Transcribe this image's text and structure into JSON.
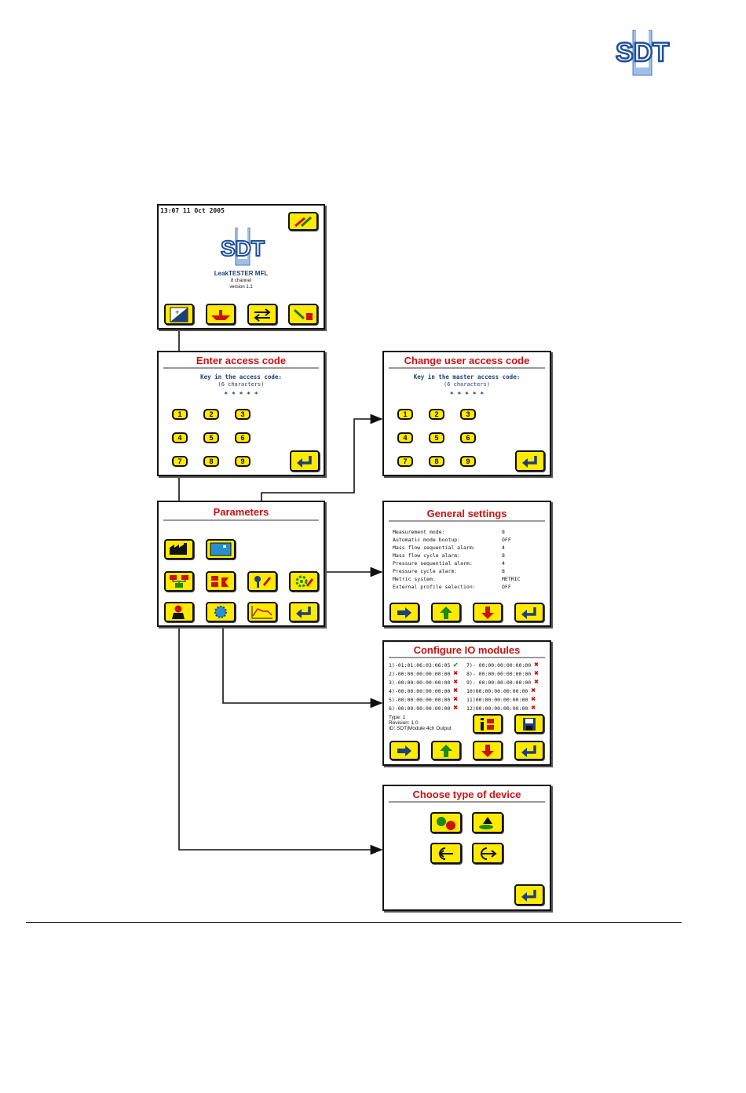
{
  "header": {
    "logo_text": "SDT"
  },
  "home": {
    "datetime": "13:07  11 Oct 2005",
    "logo_text": "SDT",
    "product": "LeakTESTER MFL",
    "channel": "8 channel",
    "version": "version 1.1"
  },
  "enter_code": {
    "title": "Enter access code",
    "prompt1": "Key in the access code:",
    "prompt2": "(6 characters)",
    "mask": "* * * * *",
    "keys": [
      "1",
      "2",
      "3",
      "4",
      "5",
      "6",
      "7",
      "8",
      "9"
    ]
  },
  "change_code": {
    "title": "Change user access code",
    "prompt1": "Key in the master access code:",
    "prompt2": "(6 characters)",
    "mask": "* * * * *",
    "keys": [
      "1",
      "2",
      "3",
      "4",
      "5",
      "6",
      "7",
      "8",
      "9"
    ]
  },
  "parameters": {
    "title": "Parameters"
  },
  "general": {
    "title": "General settings",
    "rows": [
      {
        "label": "Measurement mode:",
        "value": "8"
      },
      {
        "label": "Automatic mode bootup:",
        "value": "OFF"
      },
      {
        "label": "Mass flow sequential alarm:",
        "value": "4"
      },
      {
        "label": "Mass flow cycle alarm:",
        "value": "8"
      },
      {
        "label": "Pressure sequential alarm:",
        "value": "4"
      },
      {
        "label": "Pressure cycle alarm:",
        "value": "8"
      },
      {
        "label": "Metric system:",
        "value": "METRIC"
      },
      {
        "label": "External profile selection:",
        "value": "OFF"
      }
    ]
  },
  "io": {
    "title": "Configure IO modules",
    "left": [
      {
        "addr": "1)-01:01:06:03:06:05",
        "ok": true
      },
      {
        "addr": "2)-00:00:00:00:00:00",
        "ok": false
      },
      {
        "addr": "3)-00:00:00:00:00:00",
        "ok": false
      },
      {
        "addr": "4)-00:00:00:00:00:00",
        "ok": false
      },
      {
        "addr": "5)-00:00:00:00:00:00",
        "ok": false
      },
      {
        "addr": "6)-00:00:00:00:00:00",
        "ok": false
      }
    ],
    "right": [
      {
        "addr": "7)- 00:00:00:00:00:00",
        "ok": false
      },
      {
        "addr": "8)- 00:00:00:00:00:00",
        "ok": false
      },
      {
        "addr": "9)- 00:00:00:00:00:00",
        "ok": false
      },
      {
        "addr": "10)00:00:00:00:00:00",
        "ok": false
      },
      {
        "addr": "11)00:00:00:00:00:00",
        "ok": false
      },
      {
        "addr": "12)00:00:00:00:00:00",
        "ok": false
      }
    ],
    "type": "Type: 1",
    "revision": "Revision: 1.0",
    "id": "ID: SDT|Module 4ch Output",
    "ok_symbol": "✔",
    "fail_symbol": "✖"
  },
  "device": {
    "title": "Choose type of device"
  },
  "colors": {
    "title_red": "#cc1111",
    "button_yellow": "#ffea00",
    "logo_blue": "#3a6fb0"
  }
}
